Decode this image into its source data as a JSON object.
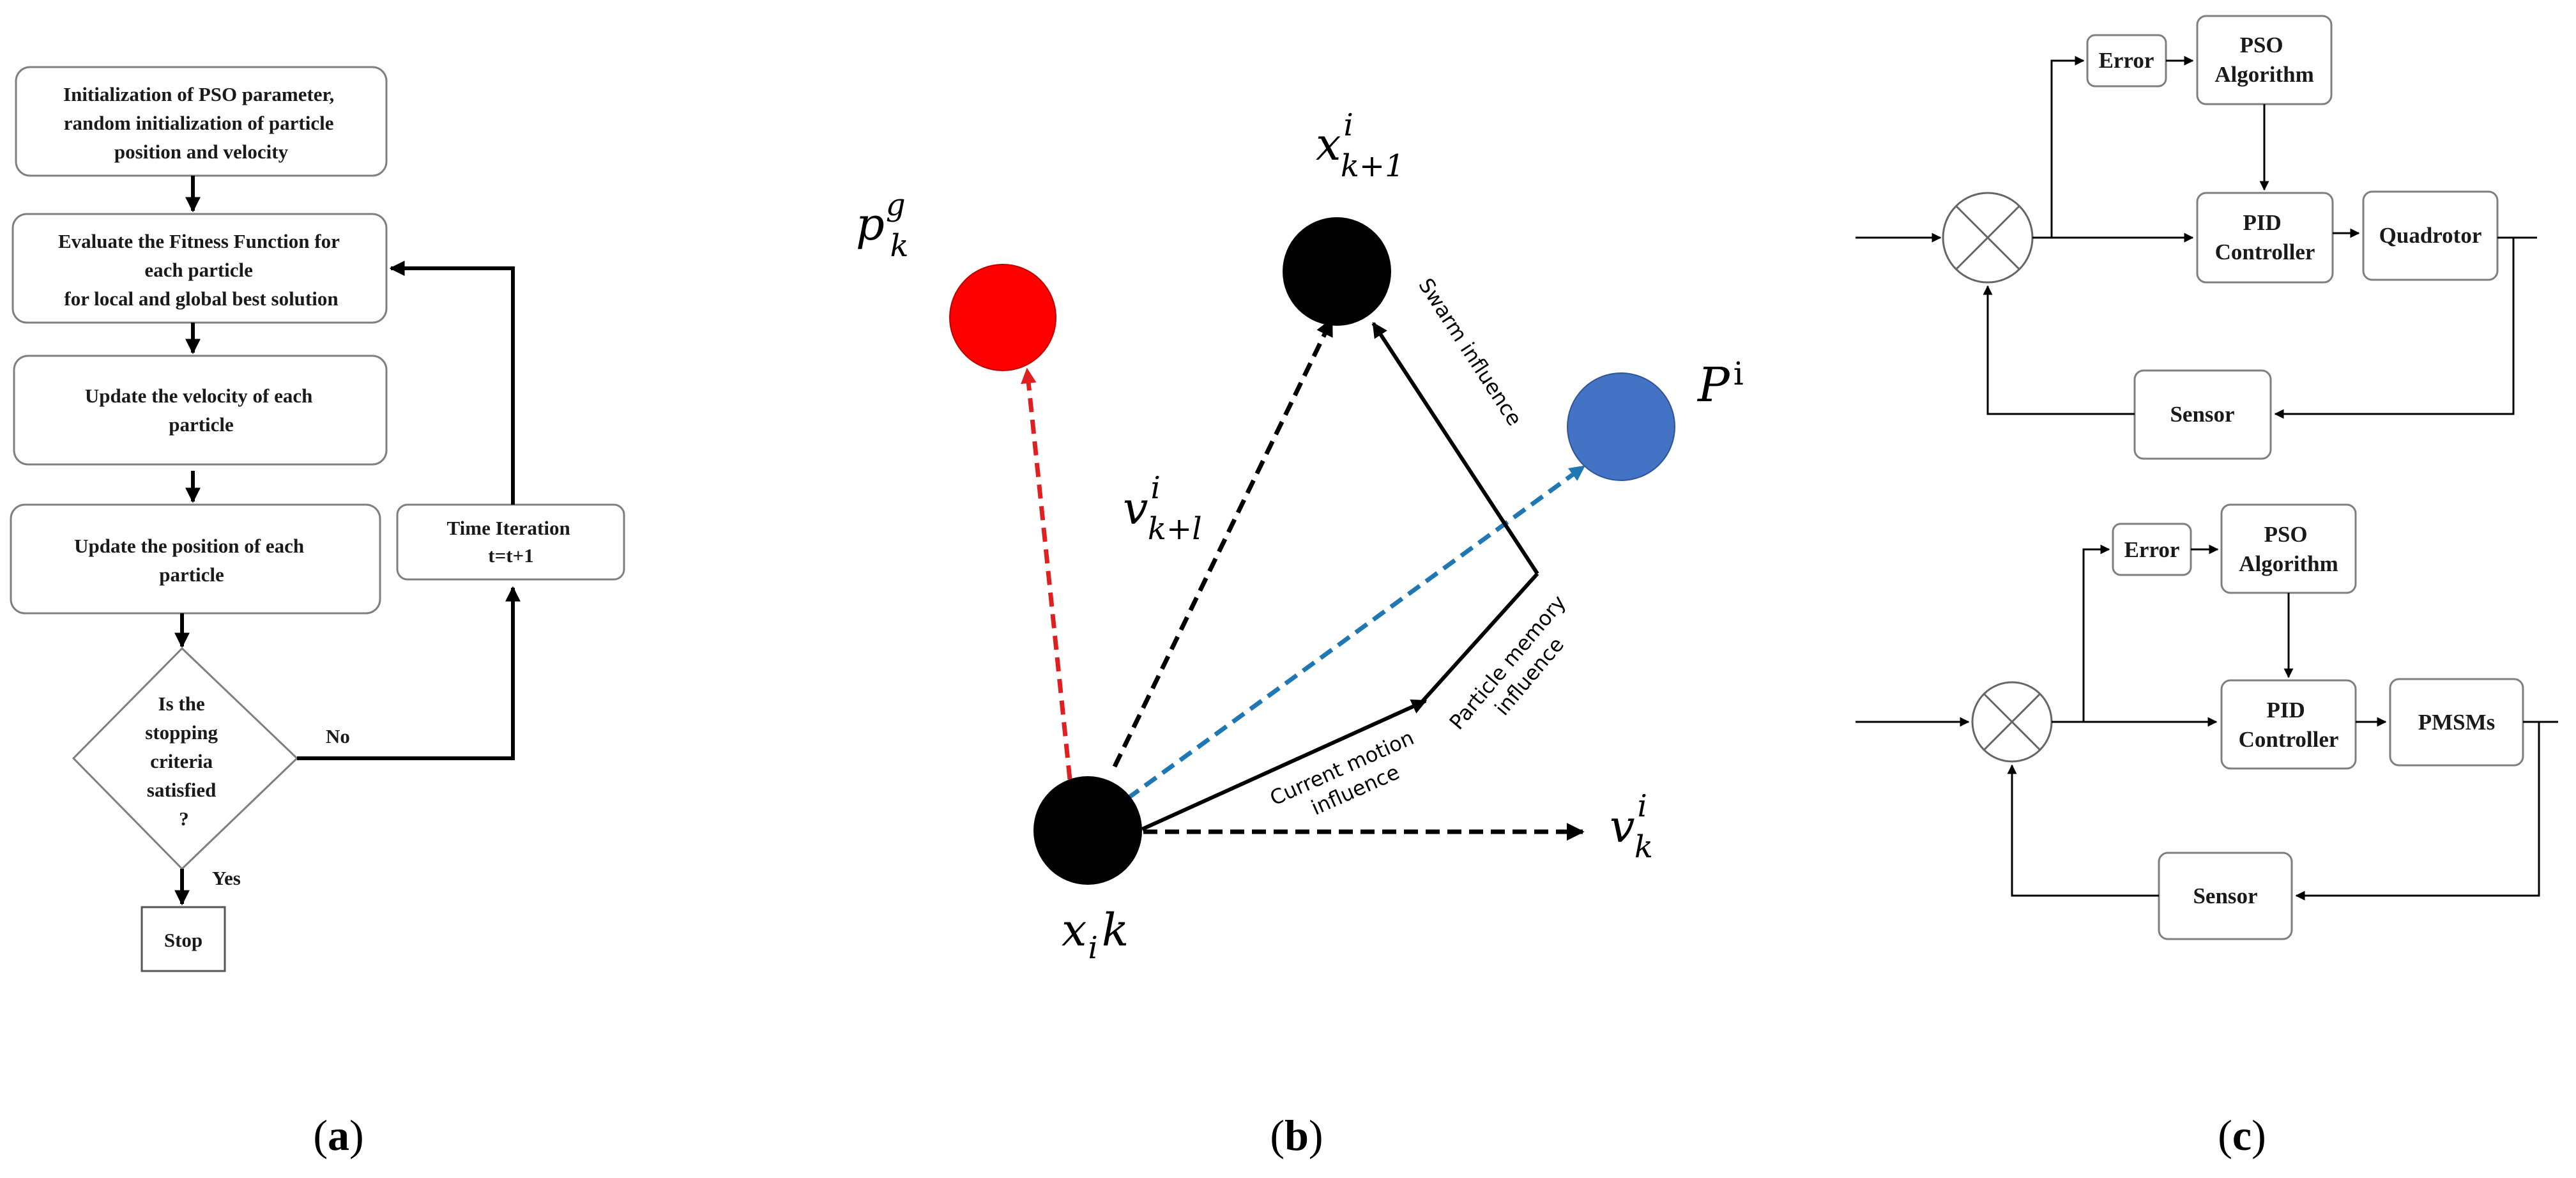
{
  "panel_a": {
    "label": "a",
    "init": [
      "Initialization of PSO parameter,",
      "random initialization of particle",
      "position and velocity"
    ],
    "evaluate": [
      "Evaluate the Fitness Function for",
      "each particle",
      "for local and global best solution"
    ],
    "update_velocity": [
      "Update the velocity of each",
      "particle"
    ],
    "update_position": [
      "Update the position of each",
      "particle"
    ],
    "decision": [
      "Is the",
      "stopping",
      "criteria",
      "satisfied",
      "?"
    ],
    "time_iteration": [
      "Time Iteration",
      "t=t+1"
    ],
    "no_label": "No",
    "yes_label": "Yes",
    "stop": "Stop"
  },
  "panel_b": {
    "label": "b",
    "colors": {
      "global_best": "#ff0000",
      "personal_best": "#4472c4",
      "particle": "#000000",
      "global_line": "#e02020",
      "personal_line": "#1f78b4"
    },
    "global_best": {
      "base": "p",
      "sub": "k",
      "sup": "g"
    },
    "next_position": {
      "base": "x",
      "sub": "k+1",
      "sup": "i"
    },
    "personal_best": {
      "base": "P",
      "sup": "i"
    },
    "next_velocity": {
      "base": "v",
      "sub": "k+l",
      "sup": "i"
    },
    "current_velocity": {
      "base": "v",
      "sub": "k",
      "sup": "i"
    },
    "current_position": {
      "base": "x",
      "sub": "i",
      "tail": "k"
    },
    "swarm": "Swarm influence",
    "memory": [
      "Particle memory",
      "influence"
    ],
    "current_motion": [
      "Current motion",
      "influence"
    ]
  },
  "panel_c": {
    "label": "c",
    "top": {
      "error": "Error",
      "pso": [
        "PSO",
        "Algorithm"
      ],
      "pid": [
        "PID",
        "Controller"
      ],
      "plant": "Quadrotor",
      "sensor": "Sensor"
    },
    "bottom": {
      "error": "Error",
      "pso": [
        "PSO",
        "Algorithm"
      ],
      "pid": [
        "PID",
        "Controller"
      ],
      "plant": "PMSMs",
      "sensor": "Sensor"
    }
  }
}
